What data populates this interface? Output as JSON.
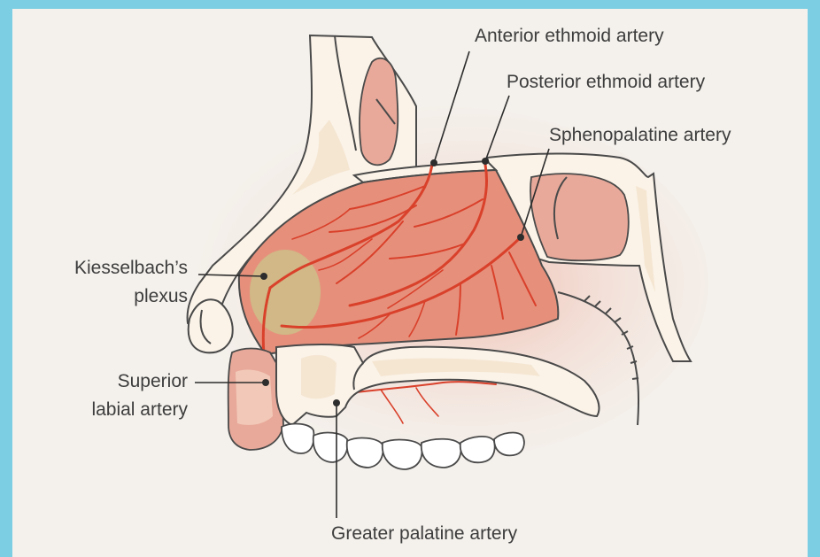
{
  "diagram": {
    "accent_colors": {
      "frame": "#7ccfe3",
      "background": "#f4f1ec",
      "mucosa": "#e6907c",
      "artery": "#d9412b",
      "plexus": "#c9c58a"
    },
    "labels": {
      "anterior_ethmoid": "Anterior ethmoid artery",
      "posterior_ethmoid": "Posterior ethmoid artery",
      "sphenopalatine": "Sphenopalatine artery",
      "kiesselbach_line1": "Kiesselbach’s",
      "kiesselbach_line2": "plexus",
      "superior_labial_line1": "Superior",
      "superior_labial_line2": "labial artery",
      "greater_palatine": "Greater palatine artery"
    }
  }
}
